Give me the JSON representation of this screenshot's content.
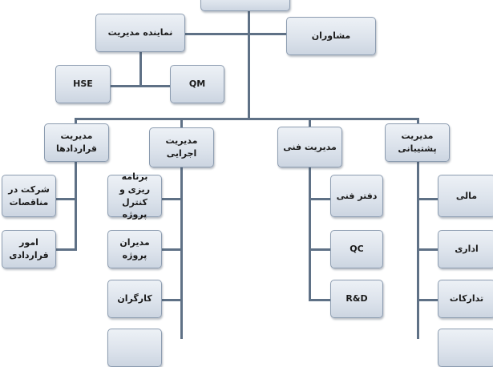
{
  "chart": {
    "top": "",
    "management_rep": "نماینده مدیریت",
    "advisors": "مشاوران",
    "hse": "HSE",
    "qm": "QM",
    "contracts_mgmt": "مدیریت\nقراردادها",
    "executive_mgmt": "مدیریت اجرایی",
    "technical_mgmt": "مدیریت فنی",
    "support_mgmt": "مدیریت\nپشتیبانی",
    "contracts_children": [
      "شرکت در\nمناقصات",
      "امور\nقراردادی"
    ],
    "executive_children": [
      "برنامه ریزی و\nکنترل پروژه",
      "مدیران پروژه",
      "کارگران",
      ""
    ],
    "technical_children": [
      "دفتر فنی",
      "QC",
      "R&D"
    ],
    "support_children": [
      "مالی",
      "اداری",
      "تدارکات",
      ""
    ]
  }
}
